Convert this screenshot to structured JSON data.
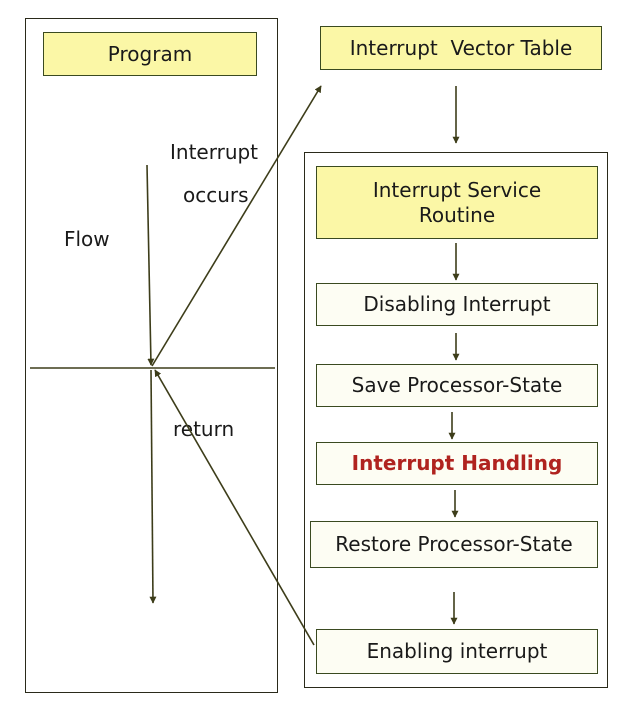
{
  "program": {
    "title": "Program",
    "flow_label": "Flow",
    "interrupt_label_line1": "Interrupt",
    "interrupt_label_line2": "occurs",
    "return_label": "return"
  },
  "vector_table": {
    "title": "Interrupt  Vector Table"
  },
  "isr": {
    "title": "Interrupt Service Routine",
    "steps": [
      "Disabling Interrupt",
      "Save Processor-State",
      "Interrupt Handling",
      "Restore Processor-State",
      "Enabling interrupt"
    ]
  },
  "colors": {
    "highlight_box": "#fbf7a6",
    "handling_text": "#b0231f",
    "arrow": "#3d3d1a"
  }
}
